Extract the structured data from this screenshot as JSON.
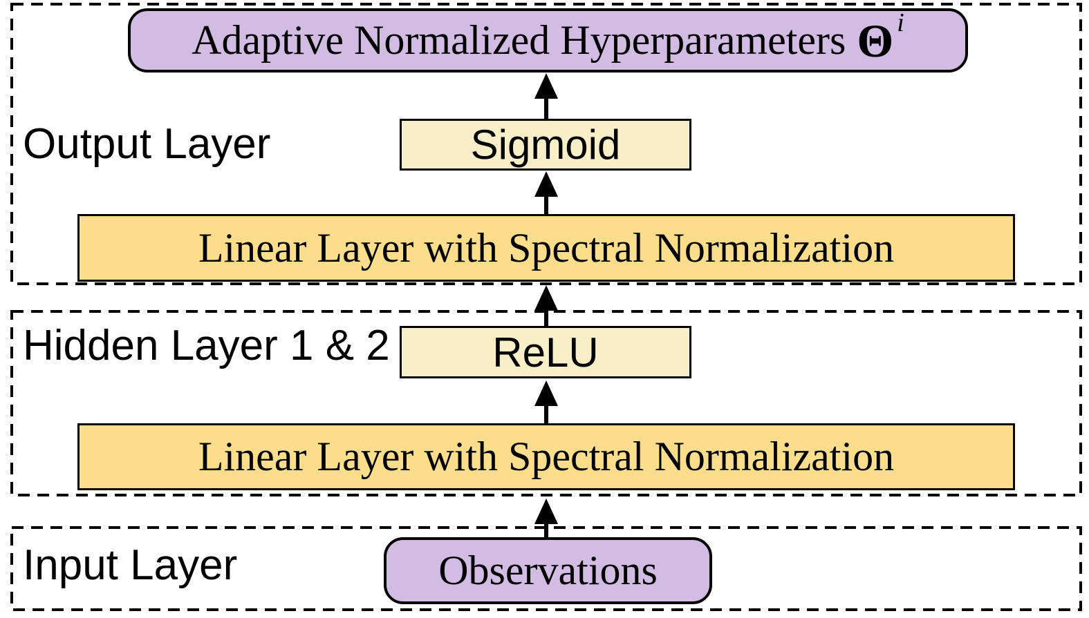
{
  "colors": {
    "node_purple": "#d2bce4",
    "node_yellow": "#fbdd8c",
    "node_cream": "#f8eec8",
    "line_black": "#000000",
    "background": "#ffffff"
  },
  "sections": {
    "output": {
      "label": "Output Layer"
    },
    "hidden": {
      "label": "Hidden Layer 1 & 2"
    },
    "input": {
      "label": "Input Layer"
    }
  },
  "nodes": {
    "hyperparameters": {
      "text": "Adaptive Normalized Hyperparameters",
      "symbol": "Θ",
      "superscript": "i"
    },
    "sigmoid": {
      "label": "Sigmoid"
    },
    "linear_output": {
      "label": "Linear Layer with Spectral Normalization"
    },
    "relu": {
      "label": "ReLU"
    },
    "linear_hidden": {
      "label": "Linear Layer with Spectral Normalization"
    },
    "observations": {
      "label": "Observations"
    }
  }
}
